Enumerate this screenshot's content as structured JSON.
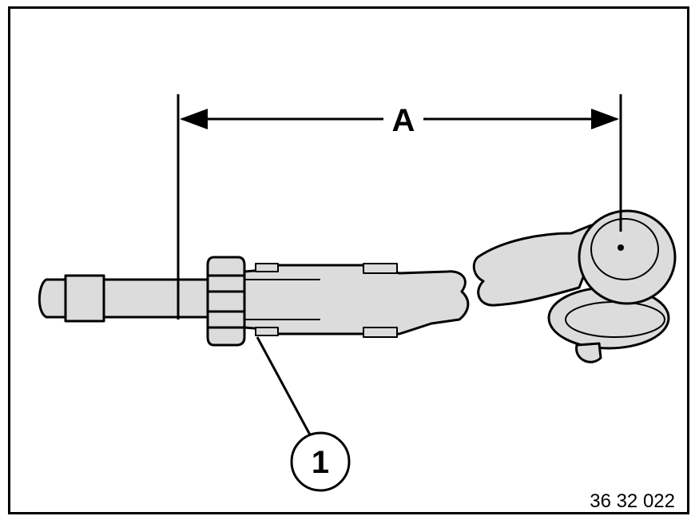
{
  "dimension": {
    "label": "A"
  },
  "callouts": [
    {
      "number": "1"
    }
  ],
  "figure": {
    "code": "36 32 022"
  },
  "colors": {
    "line": "#000000",
    "fill": "#dcdcdc",
    "background": "#ffffff"
  }
}
